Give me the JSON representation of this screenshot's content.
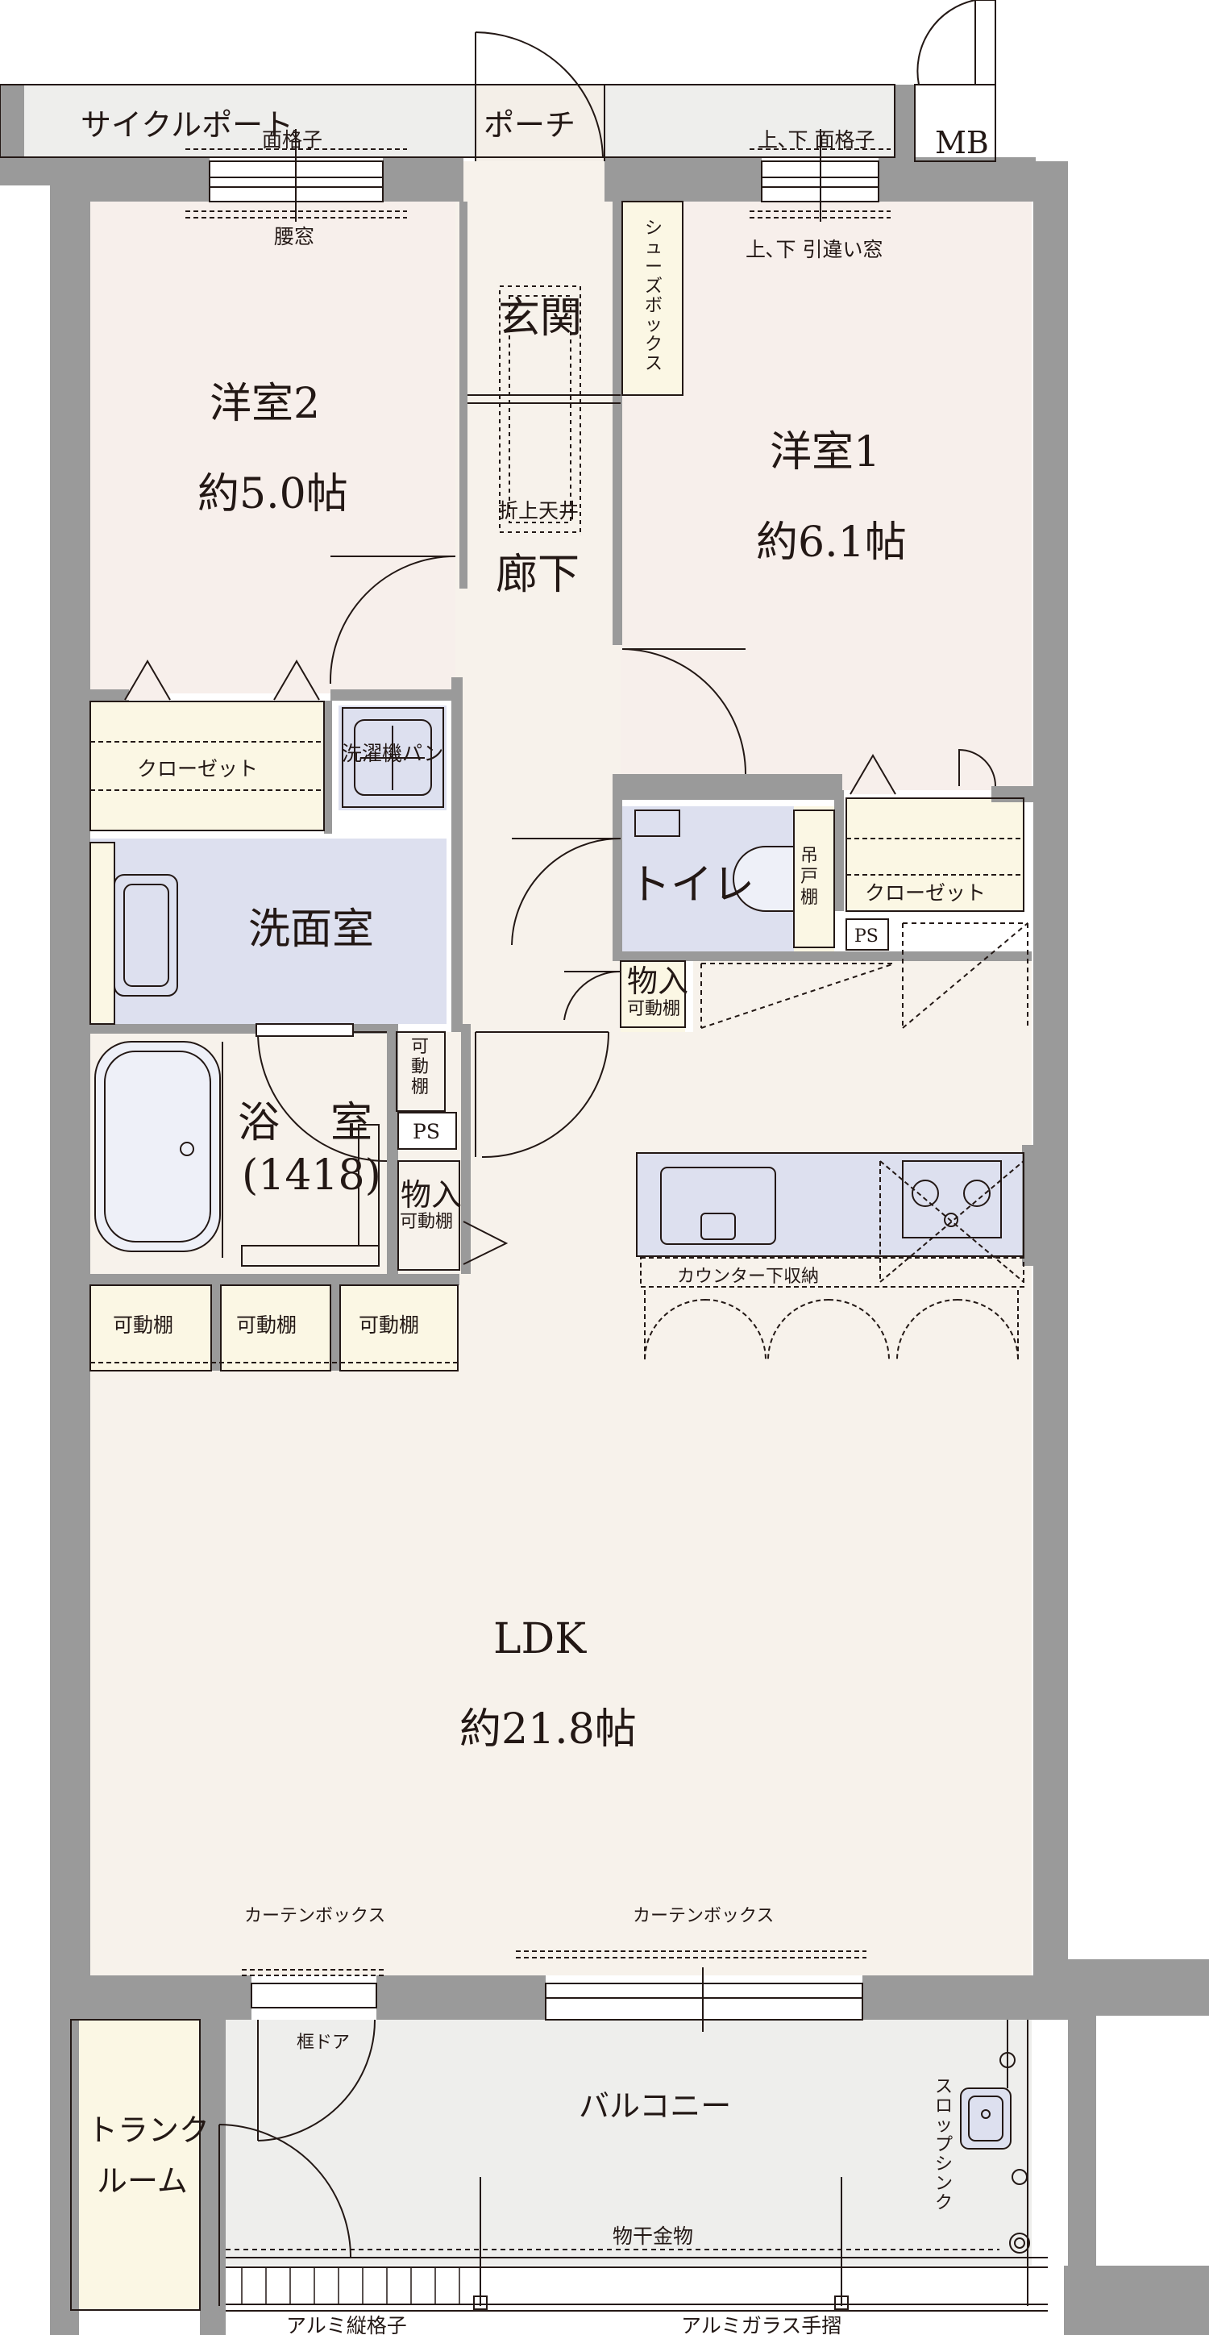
{
  "rooms": {
    "western2": {
      "name": "洋室2",
      "size": "約5.0帖"
    },
    "western1": {
      "name": "洋室1",
      "size": "約6.1帖"
    },
    "ldk": {
      "name": "LDK",
      "size": "約21.8帖"
    },
    "entrance": "玄関",
    "hallway": "廊下",
    "toilet": "トイレ",
    "washroom": "洗面室",
    "bath_char1": "浴",
    "bath_char2": "室",
    "bath_size": "(1418)",
    "balcony": "バルコニー",
    "trunk_line1": "トランク",
    "trunk_line2": "ルーム",
    "porch": "ポーチ",
    "cycle_port": "サイクルポート",
    "mb": "MB"
  },
  "labels": {
    "grille_left": "面格子",
    "grille_right": "上､下 面格子",
    "waist_window": "腰窓",
    "sliding_window": "上､下 引違い窓",
    "shoe_box": [
      "シ",
      "ュ",
      "ー",
      "ズ",
      "ボ",
      "ッ",
      "ク",
      "ス"
    ],
    "folded_ceiling": "折上天井",
    "closet_left": "クローゼット",
    "closet_right": "クローゼット",
    "washer_pan": "洗濯機パン",
    "hanging_shelf": [
      "吊",
      "戸",
      "棚"
    ],
    "ps_upper": "PS",
    "ps_lower": "PS",
    "storage_upper": "物入",
    "storage_upper_sub": "可動棚",
    "movable_shelf_vertical": [
      "可",
      "動",
      "棚"
    ],
    "storage_lower": "物入",
    "storage_lower_sub": "可動棚",
    "shelf_1": "可動棚",
    "shelf_2": "可動棚",
    "shelf_3": "可動棚",
    "under_counter": "カウンター下収納",
    "curtain_box_left": "カーテンボックス",
    "curtain_box_right": "カーテンボックス",
    "frame_door": "框ドア",
    "slop_sink": [
      "ス",
      "ロ",
      "ッ",
      "プ",
      "シ",
      "ン",
      "ク"
    ],
    "laundry_hanger": "物干金物",
    "aluminum_grille": "アルミ縦格子",
    "glass_handrail": "アルミガラス手摺"
  },
  "colors": {
    "wall": "#9a9a9a",
    "room_pink": "#f7f0ec",
    "room_beige": "#f7f2eb",
    "wet_area": "#dde0ef",
    "storage": "#fbf7e4",
    "exterior": "#eeeeec",
    "line": "#231815"
  }
}
